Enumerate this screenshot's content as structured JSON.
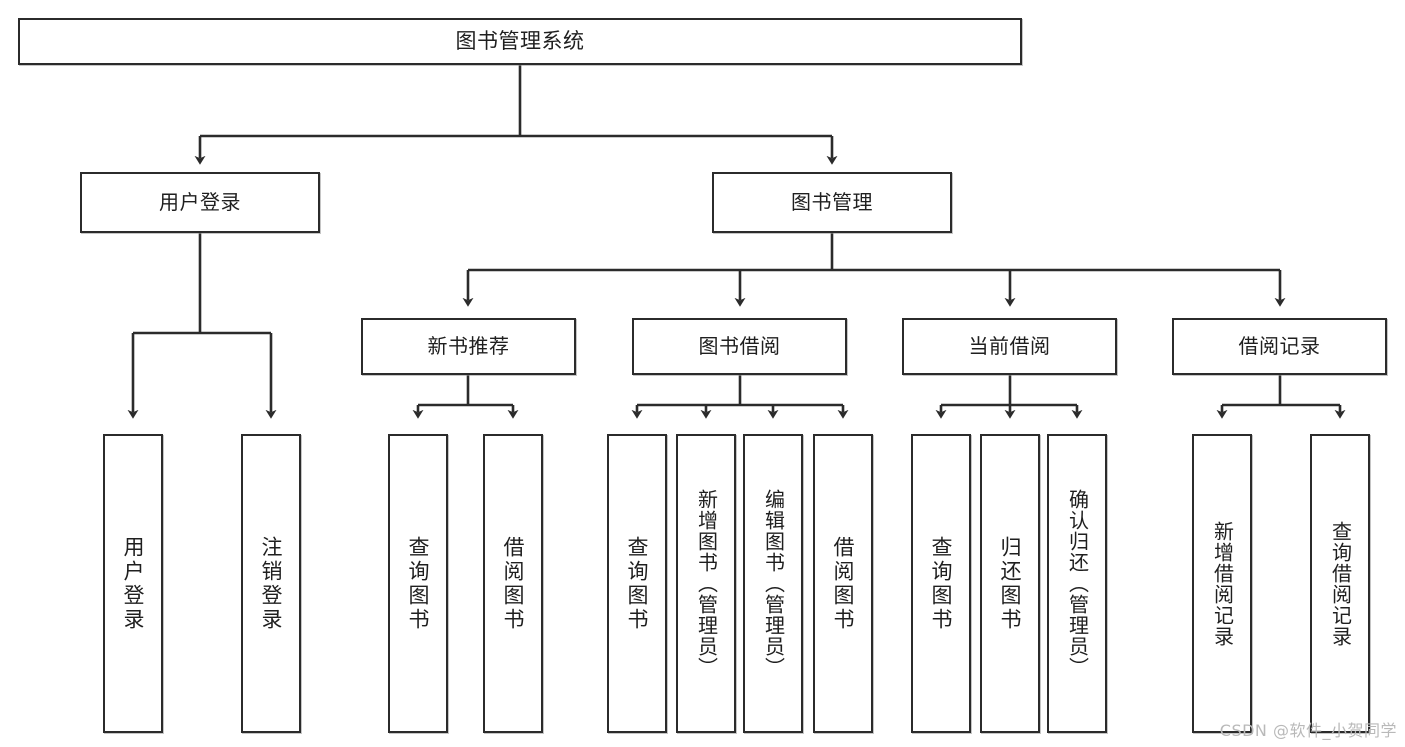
{
  "diagram": {
    "title": "图书管理系统",
    "type": "hierarchy-tree",
    "orientation": "top-down",
    "colors": {
      "node_border": "#2b2b2b",
      "node_fill": "#ffffff",
      "edge": "#2b2b2b",
      "text": "#1f1f1f",
      "watermark": "#b9b9b9"
    }
  },
  "watermark": {
    "text": "CSDN @软件_小贺同学"
  },
  "nodes": {
    "root": {
      "label": "图书管理系统"
    },
    "level1": [
      {
        "id": "user-login",
        "label": "用户登录"
      },
      {
        "id": "book-manage",
        "label": "图书管理"
      }
    ],
    "level2": [
      {
        "id": "new-book-recommend",
        "label": "新书推荐"
      },
      {
        "id": "book-borrow",
        "label": "图书借阅"
      },
      {
        "id": "current-borrow",
        "label": "当前借阅"
      },
      {
        "id": "borrow-record",
        "label": "借阅记录"
      }
    ],
    "leaves": [
      {
        "id": "leaf-user-login",
        "label": "用户登录",
        "parent": "user-login"
      },
      {
        "id": "leaf-logout-login",
        "label": "注销登录",
        "parent": "user-login"
      },
      {
        "id": "leaf-query-book-1",
        "label": "查询图书",
        "parent": "new-book-recommend"
      },
      {
        "id": "leaf-borrow-book-1",
        "label": "借阅图书",
        "parent": "new-book-recommend"
      },
      {
        "id": "leaf-query-book-2",
        "label": "查询图书",
        "parent": "book-borrow"
      },
      {
        "id": "leaf-add-book",
        "label": "新增图书（管理员）",
        "parent": "book-borrow"
      },
      {
        "id": "leaf-edit-book",
        "label": "编辑图书（管理员）",
        "parent": "book-borrow"
      },
      {
        "id": "leaf-borrow-book-2",
        "label": "借阅图书",
        "parent": "book-borrow"
      },
      {
        "id": "leaf-query-book-3",
        "label": "查询图书",
        "parent": "current-borrow"
      },
      {
        "id": "leaf-return-book",
        "label": "归还图书",
        "parent": "current-borrow"
      },
      {
        "id": "leaf-confirm-return",
        "label": "确认归还（管理员）",
        "parent": "current-borrow"
      },
      {
        "id": "leaf-add-record",
        "label": "新增借阅记录",
        "parent": "borrow-record"
      },
      {
        "id": "leaf-query-record",
        "label": "查询借阅记录",
        "parent": "borrow-record"
      }
    ]
  }
}
